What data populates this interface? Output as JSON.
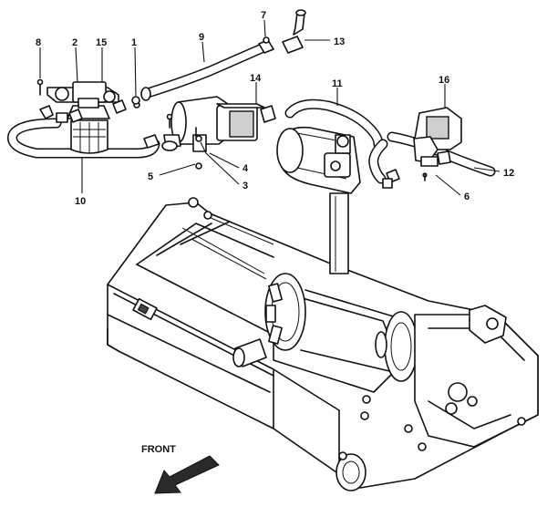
{
  "callouts": {
    "c1": "1",
    "c2": "2",
    "c3": "3",
    "c4": "4",
    "c5": "5",
    "c6": "6",
    "c7": "7",
    "c8": "8",
    "c9": "9",
    "c10": "10",
    "c11": "11",
    "c12": "12",
    "c13": "13",
    "c14": "14",
    "c15": "15",
    "c16": "16"
  },
  "front_label": "FRONT"
}
